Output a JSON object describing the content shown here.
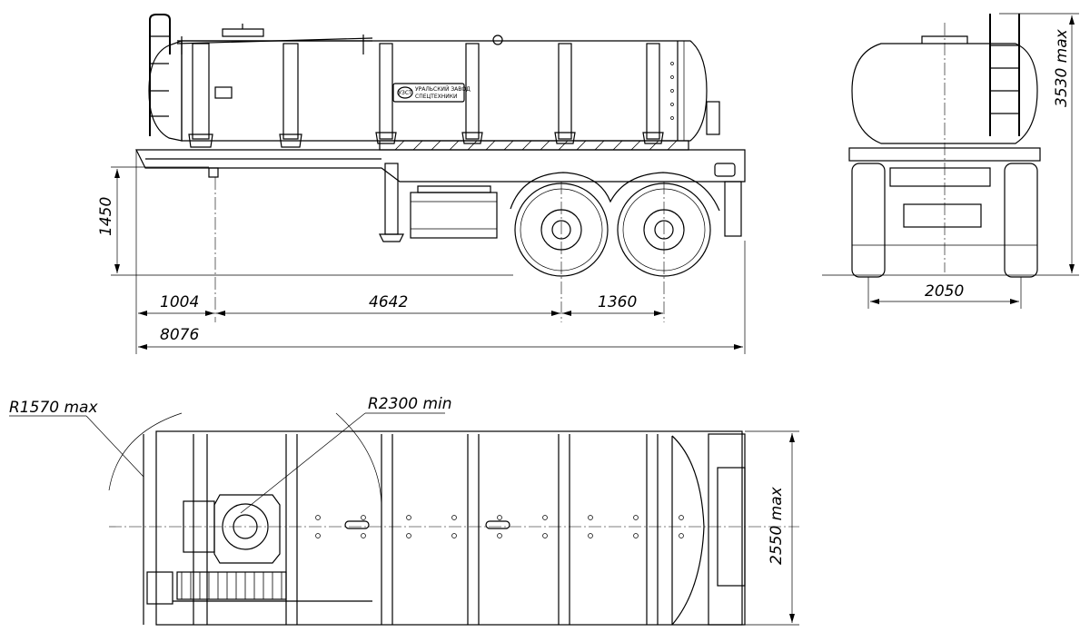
{
  "dimensions": {
    "front_overhang": "1004",
    "kingpin_to_axles": "4642",
    "axle_spread": "1360",
    "overall_length": "8076",
    "coupling_height": "1450",
    "track_width": "2050",
    "overall_height": "3530 max",
    "overall_width": "2550 max",
    "front_swing_radius": "R1570 max",
    "turning_radius": "R2300 min"
  },
  "nameplate": {
    "line1": "УРАЛЬСКИЙ ЗАВОД",
    "line2": "СПЕЦТЕХНИКИ",
    "logo": "УЗСТ"
  }
}
